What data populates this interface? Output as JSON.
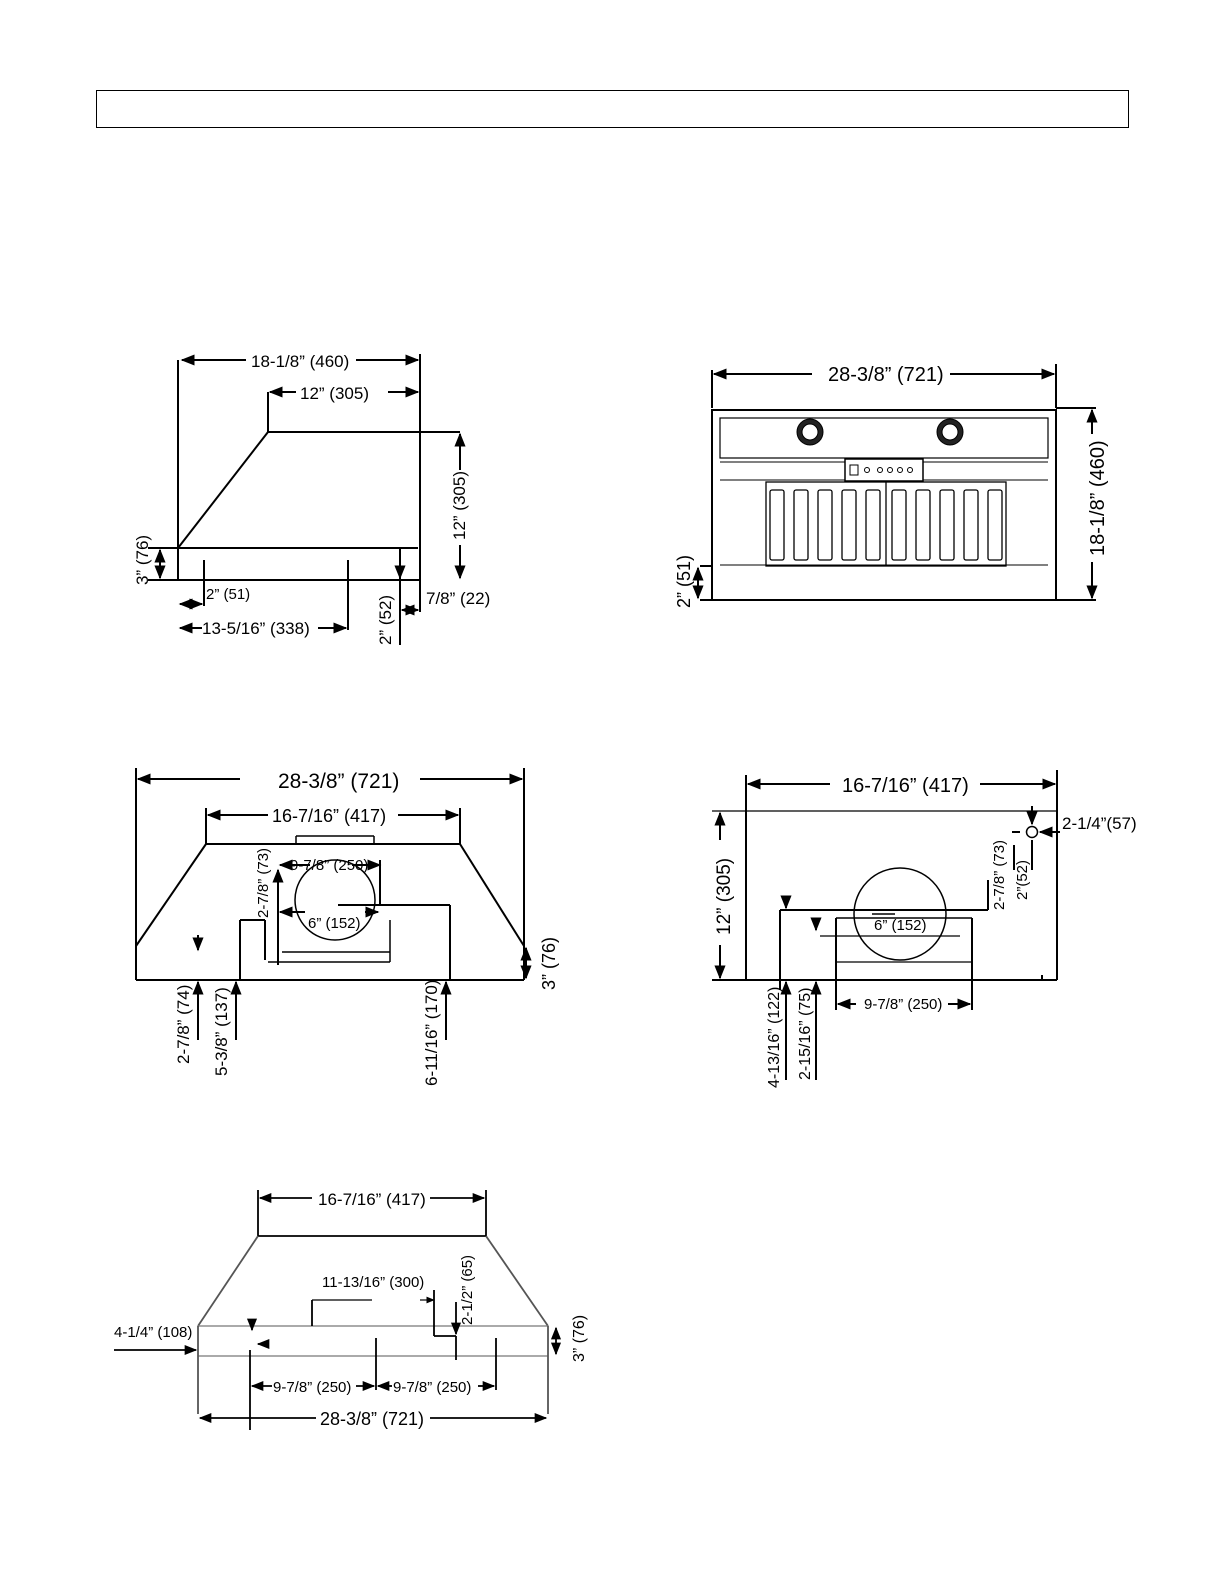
{
  "header_box": {
    "text": ""
  },
  "side_view": {
    "overall_depth": "18-1/8” (460)",
    "top_depth": "12” (305)",
    "height": "12” (305)",
    "front_lip": "3” (76)",
    "offset_front": "2” (51)",
    "offset_mid": "13-5/16” (338)",
    "back_drop": "2” (52)",
    "back_lip": "7/8” (22)"
  },
  "front_view": {
    "width": "28-3/8” (721)",
    "height": "18-1/8” (460)",
    "bottom_lip": "2” (51)"
  },
  "top_view": {
    "overall_width": "28-3/8” (721)",
    "top_width": "16-7/16” (417)",
    "duct_spacing": "9-7/8” (250)",
    "duct_offset": "2-7/8” (73)",
    "duct_dia": "6” (152)",
    "lip": "3” (76)",
    "left_a": "2-7/8” (74)",
    "left_b": "5-3/8” (137)",
    "center": "6-11/16” (170)"
  },
  "back_view": {
    "width": "16-7/16” (417)",
    "corner": "2-1/4”(57)",
    "height": "12” (305)",
    "duct_offset": "2-7/8” (73)",
    "duct_drop": "2”(52)",
    "duct_dia": "6” (152)",
    "duct_spacing": "9-7/8” (250)",
    "left_a": "4-13/16” (122)",
    "left_b": "2-15/16” (75)"
  },
  "bottom_view": {
    "top_width": "16-7/16” (417)",
    "slot_width": "11-13/16” (300)",
    "slot_drop": "2-1/2” (65)",
    "left_edge": "4-1/4” (108)",
    "lip": "3” (76)",
    "spacing_left": "9-7/8” (250)",
    "spacing_right": "9-7/8” (250)",
    "overall_width": "28-3/8” (721)"
  }
}
